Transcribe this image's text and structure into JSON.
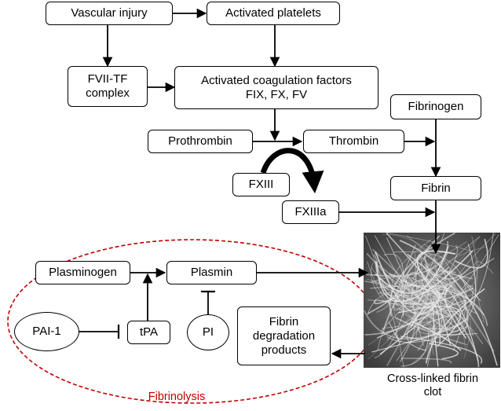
{
  "nodes": {
    "vascular_injury": "Vascular injury",
    "activated_platelets": "Activated platelets",
    "fvii_tf_complex": "FVII-TF\ncomplex",
    "activated_coagulation_factors": "Activated coagulation factors\nFIX, FX, FV",
    "prothrombin": "Prothrombin",
    "thrombin": "Thrombin",
    "fibrinogen": "Fibrinogen",
    "fxiii": "FXIII",
    "fxiiia": "FXIIIa",
    "fibrin": "Fibrin",
    "plasminogen": "Plasminogen",
    "plasmin": "Plasmin",
    "pai1": "PAI-1",
    "tpa": "tPA",
    "pi": "PI",
    "fibrin_degradation_products": "Fibrin\ndegradation\nproducts"
  },
  "image_caption": "Cross-linked fibrin\nclot",
  "region_label": "Fibrinolysis",
  "colors": {
    "line": "#000000",
    "fibrinolysis_border": "#c00000",
    "clot_bg": "#6e6e6e"
  }
}
